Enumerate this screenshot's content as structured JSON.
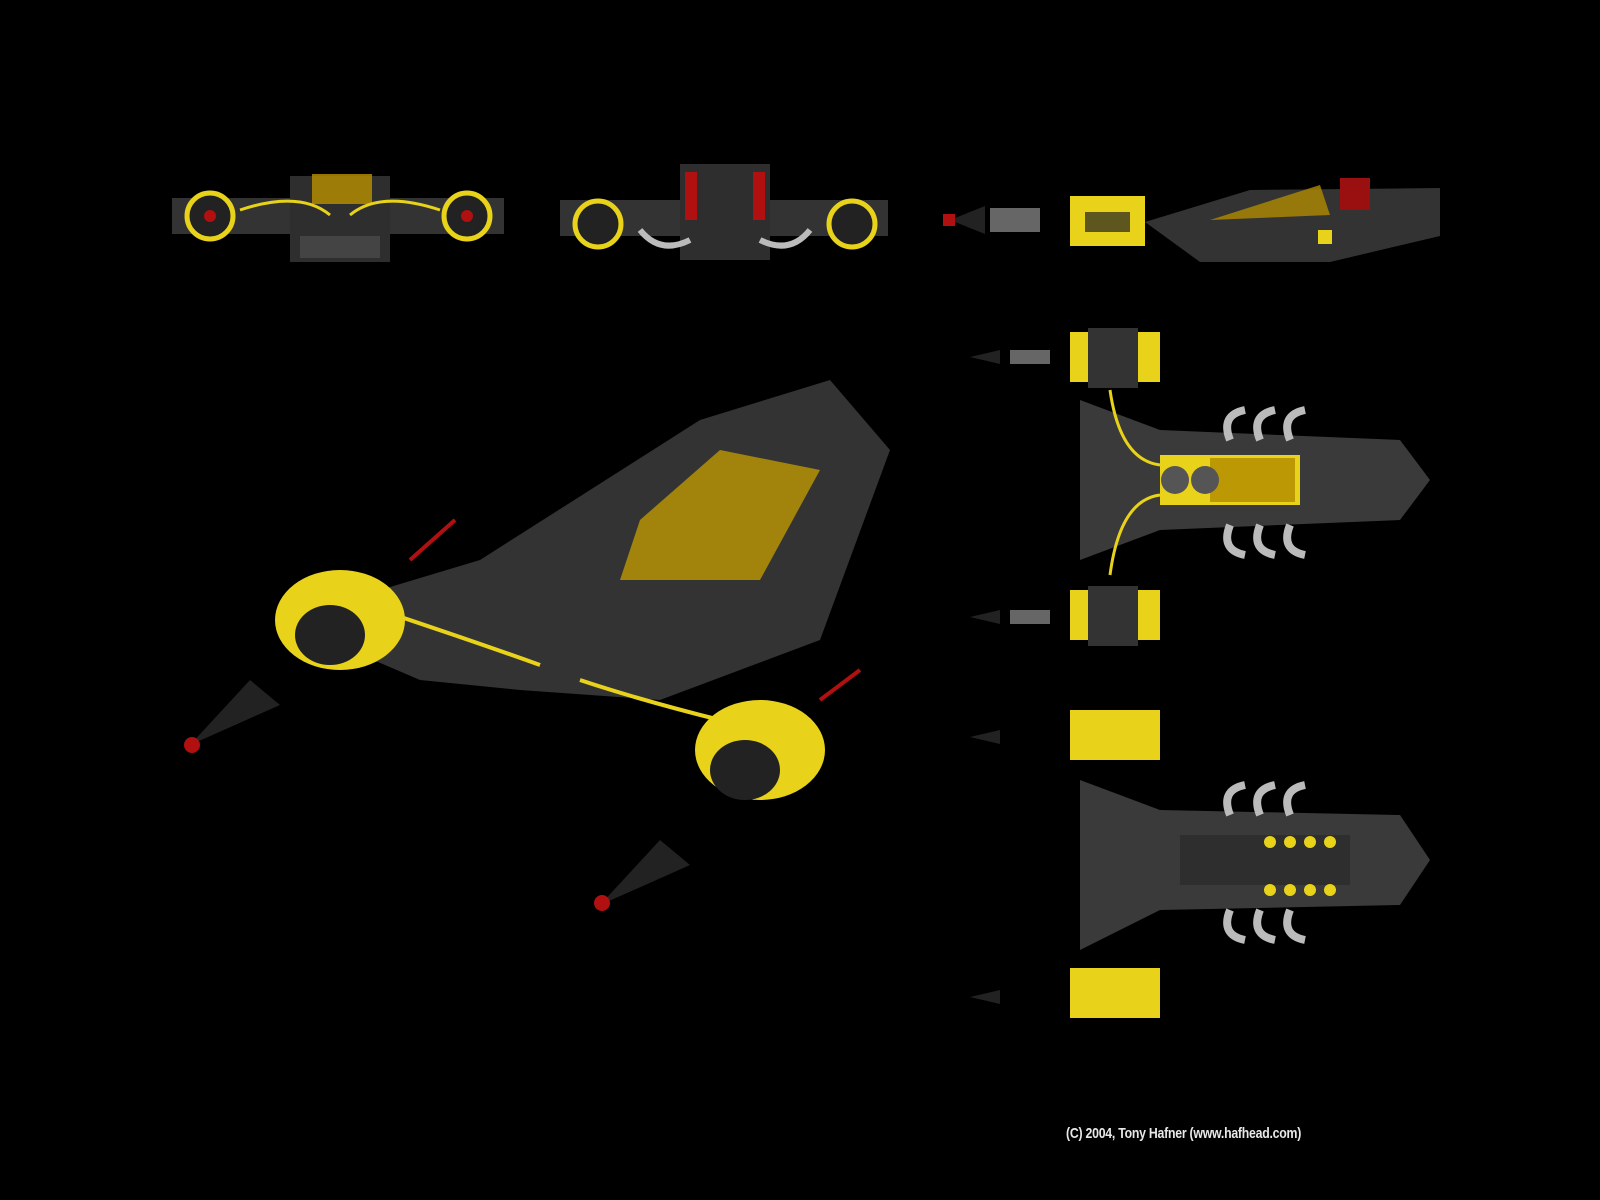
{
  "credit": "(C) 2004, Tony Hafner (www.hafhead.com)",
  "views": [
    "front-view",
    "rear-view",
    "side-view",
    "top-view",
    "bottom-view",
    "perspective-view"
  ],
  "colors": {
    "body": "#3a3a3a",
    "accent": "#e8d21a",
    "red": "#b01010",
    "glass": "#c8a000",
    "chrome": "#bbbbbb"
  }
}
